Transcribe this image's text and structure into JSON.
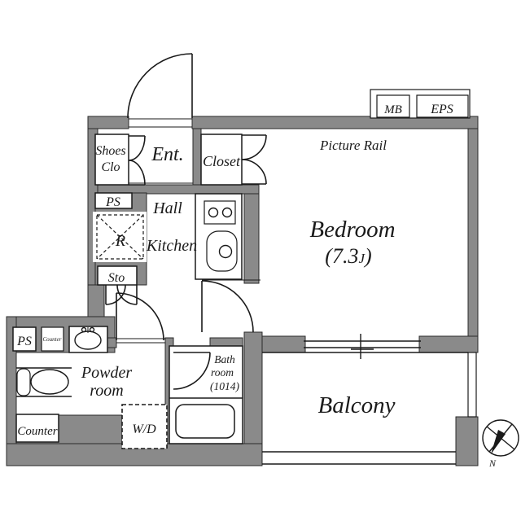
{
  "plan": {
    "labels": {
      "entrance": "Ent.",
      "shoes_closet_line1": "Shoes",
      "shoes_closet_line2": "Clo",
      "closet": "Closet",
      "picture_rail": "Picture Rail",
      "bedroom": "Bedroom",
      "bedroom_size_prefix": "(7.3",
      "bedroom_size_unit": "J",
      "bedroom_size_suffix": ")",
      "hall": "Hall",
      "kitchen": "Kitchen",
      "pipe_space_upper": "PS",
      "refrigerator": "R",
      "storage": "Sto",
      "pipe_space_lower": "PS",
      "counter_upper": "Counter",
      "powder_room_line1": "Powder",
      "powder_room_line2": "room",
      "counter_lower": "Counter",
      "washer_dryer": "W/D",
      "bath_line1": "Bath",
      "bath_line2": "room",
      "bath_line3": "(1014)",
      "balcony": "Balcony",
      "meter_box": "MB",
      "eps": "EPS",
      "compass_north": "N"
    },
    "colors": {
      "wall": "#8a8a8a",
      "line": "#1a1a1a",
      "background": "#ffffff"
    }
  }
}
